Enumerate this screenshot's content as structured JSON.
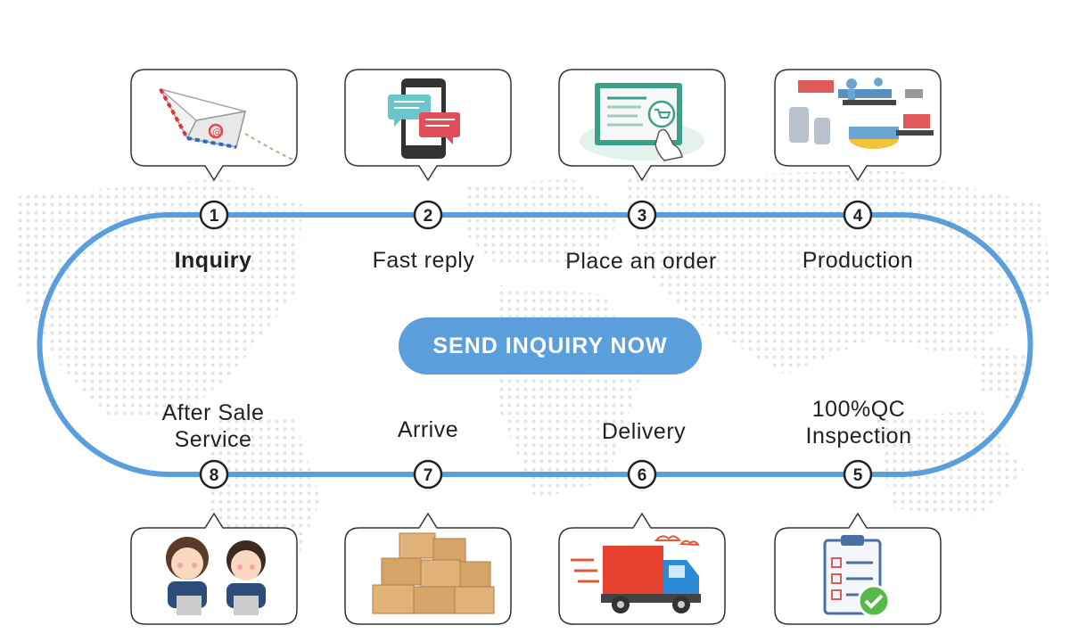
{
  "cta": {
    "label": "SEND INQUIRY NOW"
  },
  "steps": [
    {
      "number": "1",
      "label": "Inquiry",
      "icon": "paper-plane-envelope-icon"
    },
    {
      "number": "2",
      "label": "Fast reply",
      "icon": "smartphone-chat-icon"
    },
    {
      "number": "3",
      "label": "Place an order",
      "icon": "online-order-tablet-icon"
    },
    {
      "number": "4",
      "label": "Production",
      "icon": "factory-production-line-icon"
    },
    {
      "number": "5",
      "label_lines": [
        "100%QC",
        "Inspection"
      ],
      "icon": "clipboard-checklist-icon"
    },
    {
      "number": "6",
      "label": "Delivery",
      "icon": "delivery-truck-icon"
    },
    {
      "number": "7",
      "label": "Arrive",
      "icon": "cardboard-boxes-icon"
    },
    {
      "number": "8",
      "label_lines": [
        "After Sale",
        "Service"
      ],
      "icon": "customer-service-agents-icon"
    }
  ],
  "colors": {
    "loop": "#5a9fdc",
    "button": "#5a9fdc",
    "text": "#222222",
    "bubble_border": "#333333"
  }
}
